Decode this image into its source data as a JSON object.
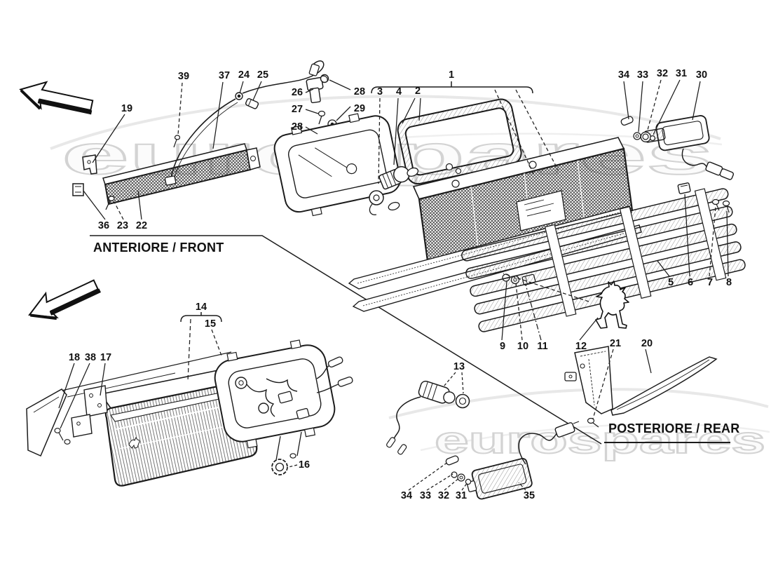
{
  "diagram": {
    "section_front": "ANTERIORE / FRONT",
    "section_rear": "POSTERIORE / REAR",
    "watermark_text": "eurospares"
  },
  "colors": {
    "line": "#1c1c1c",
    "watermark": "#c9c9c9",
    "background": "#ffffff"
  },
  "callouts": {
    "k1": "1",
    "k2": "2",
    "k3": "3",
    "k4": "4",
    "k5": "5",
    "k6": "6",
    "k7": "7",
    "k8": "8",
    "k9": "9",
    "k10": "10",
    "k11": "11",
    "k12": "12",
    "k13": "13",
    "k14": "14",
    "k15": "15",
    "k16": "16",
    "k17": "17",
    "k18": "18",
    "k19": "19",
    "k20": "20",
    "k21": "21",
    "k22": "22",
    "k23": "23",
    "k24": "24",
    "k25": "25",
    "k26": "26",
    "k27": "27",
    "k28a": "28",
    "k28b": "28",
    "k29": "29",
    "k30": "30",
    "k31a": "31",
    "k31b": "31",
    "k32a": "32",
    "k32b": "32",
    "k33a": "33",
    "k33b": "33",
    "k34a": "34",
    "k34b": "34",
    "k35": "35",
    "k36": "36",
    "k37": "37",
    "k38": "38",
    "k39": "39"
  }
}
